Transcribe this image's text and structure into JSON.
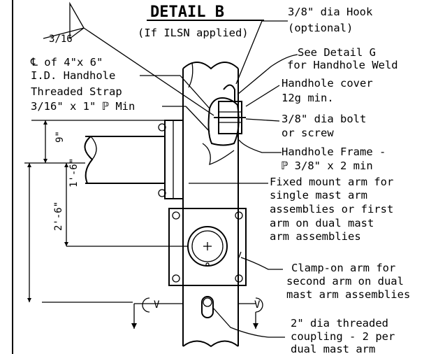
{
  "title": "DETAIL B",
  "subtitle": "(If ILSN applied)",
  "weld_size": "3/16",
  "left_labels": {
    "handhole_line1": "℄ of 4\"x 6\"",
    "handhole_line2": "I.D. Handhole",
    "strap_line1": "Threaded Strap",
    "strap_line2": "3/16\" x 1\" ℙ Min"
  },
  "callouts": {
    "hook_line1": "3/8\" dia Hook",
    "hook_line2": "(optional)",
    "detail_g_line1": "See Detail G",
    "detail_g_line2": "for Handhole Weld",
    "cover_line1": "Handhole cover",
    "cover_line2": "12g min.",
    "bolt_line1": "3/8\" dia bolt",
    "bolt_line2": "or screw",
    "frame_line1": "Handhole Frame -",
    "frame_line2": "ℙ 3/8\" x 2 min",
    "fixed_line1": "Fixed mount arm for",
    "fixed_line2": "single mast arm",
    "fixed_line3": "assemblies or first",
    "fixed_line4": "arm on dual mast",
    "fixed_line5": "arm assemblies",
    "clamp_line1": "Clamp-on arm for",
    "clamp_line2": "second arm on dual",
    "clamp_line3": "mast arm assemblies",
    "coupling_line1": "2\" dia threaded",
    "coupling_line2": "coupling - 2 per",
    "coupling_line3": "dual mast arm"
  },
  "dimensions": {
    "d1": "9\"",
    "d2": "1'-6\"",
    "d3": "2'-6\""
  },
  "section_mark": "V"
}
